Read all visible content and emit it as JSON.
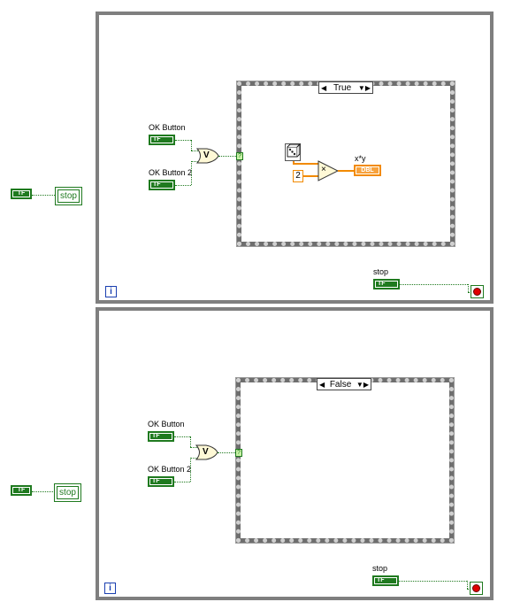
{
  "panels": [
    {
      "case_selector_value": "True",
      "iteration_glyph": "i",
      "control1_label": "OK Button",
      "control2_label": "OK Button 2",
      "control_glyph": "TF",
      "local_stop_label": "stop",
      "const_glyph": "TF",
      "stop_control_label": "stop",
      "inner": {
        "indicator_label": "x*y",
        "indicator_type": "DBL",
        "constant_value": "2",
        "multiply_symbol": "×",
        "or_symbol": "V",
        "case_tunnel": "?"
      }
    },
    {
      "case_selector_value": "False",
      "iteration_glyph": "i",
      "control1_label": "OK Button",
      "control2_label": "OK Button 2",
      "control_glyph": "TF",
      "local_stop_label": "stop",
      "const_glyph": "TF",
      "stop_control_label": "stop",
      "inner": {
        "or_symbol": "V",
        "case_tunnel": "?"
      }
    }
  ],
  "colors": {
    "boolean_wire": "#1f7a1f",
    "numeric_wire": "#f28a00",
    "loop_border": "#7f7f7f",
    "stop_button": "#e00000",
    "iteration_terminal": "#1a3fb0"
  }
}
